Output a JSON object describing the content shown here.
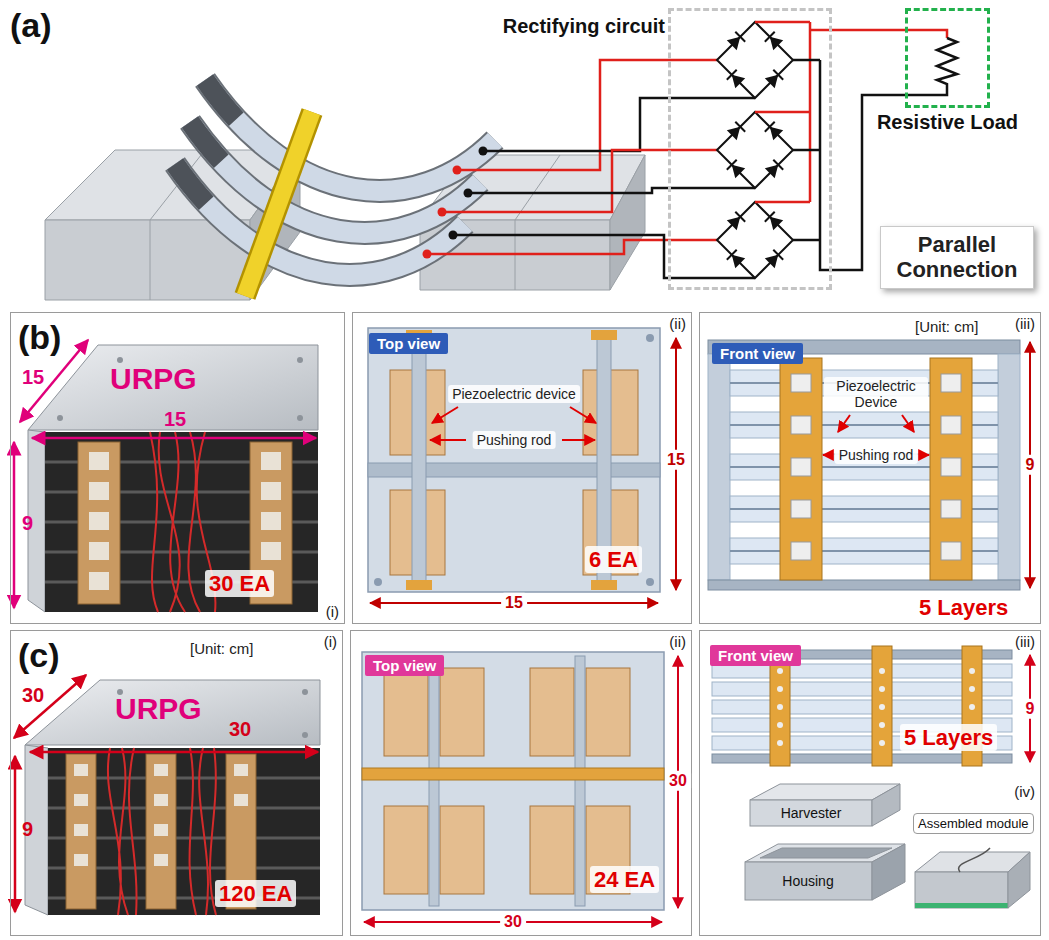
{
  "diagram": {
    "nodes": [
      {
        "text": [
          "Rectifying circuit"
        ]
      },
      {
        "text": [
          "Resistive Load"
        ]
      },
      {
        "text": [
          "Parallel Connection"
        ]
      },
      {
        "text": [
          "(i)"
        ]
      },
      {
        "text": [
          "(ii)"
        ]
      },
      {
        "text": [
          "Top view"
        ],
        "in": 4
      },
      {
        "text": [
          "(iii)"
        ]
      },
      {
        "text": [
          "Front view"
        ],
        "in": 6
      },
      {
        "text": [
          "(i)"
        ]
      },
      {
        "text": [
          "(ii)"
        ]
      },
      {
        "text": [
          "Top view"
        ],
        "in": 9
      },
      {
        "text": [
          "(iii)",
          "(iv)"
        ]
      },
      {
        "text": [
          "Front view"
        ],
        "in": 11
      },
      {
        "text": [
          "Assembled module"
        ],
        "in": 11
      }
    ],
    "edges": [
      {
        "from": 0,
        "to": 1,
        "arrow": "none"
      },
      {
        "from": 0,
        "to": 1,
        "arrow": "none"
      }
    ],
    "labels": [
      "(a)",
      "(b)",
      "15",
      "URPG",
      "15",
      "9",
      "30 EA",
      "Piezoelectric device",
      "Pushing rod",
      "15",
      "6 EA",
      "15",
      "[Unit: cm]",
      "Piezoelectric Device",
      "Pushing rod",
      "9",
      "5 Layers",
      "(c)",
      "[Unit: cm]",
      "30",
      "URPG",
      "30",
      "9",
      "120 EA",
      "30",
      "24 EA",
      "30",
      "9",
      "5 Layers",
      "Harvester",
      "Housing"
    ]
  }
}
